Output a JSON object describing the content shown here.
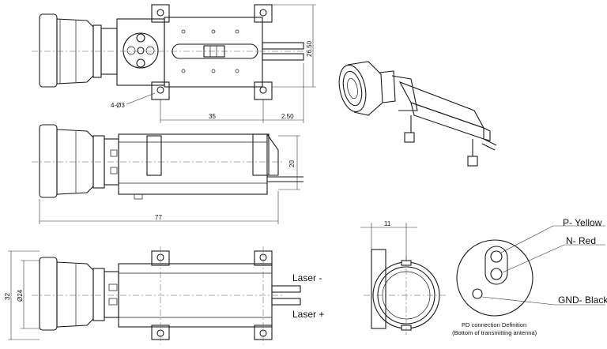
{
  "dimensions": {
    "top_width": "35",
    "top_offset": "2.50",
    "top_height": "26.50",
    "holes": "4-Ø3",
    "side_height": "20",
    "side_length": "77",
    "front_height": "32",
    "front_diameter": "Ø24",
    "end_width": "11"
  },
  "labels": {
    "laser_minus": "Laser -",
    "laser_plus": "Laser +",
    "p_yellow": "P- Yellow",
    "n_red": "N- Red",
    "gnd_black": "GND- Black",
    "pd_def_line1": "PD connection Definition",
    "pd_def_line2": "(Bottom of transmitting antenna)"
  }
}
